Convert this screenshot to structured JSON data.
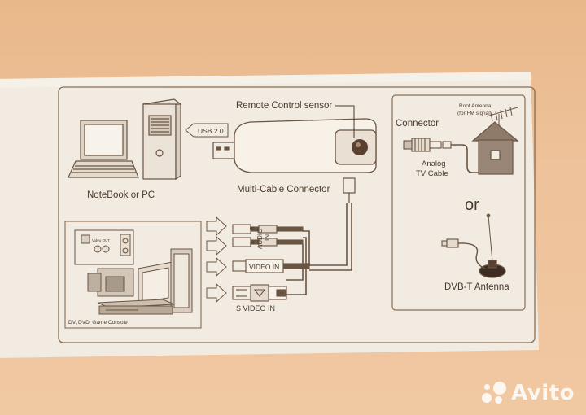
{
  "labels": {
    "remote_sensor": "Remote Control sensor",
    "usb": "USB 2.0",
    "notebook": "NoteBook or PC",
    "multicable": "Multi-Cable Connector",
    "connector": "Connector",
    "roof_antenna": "Roof Antenna",
    "fm_signal": "(for FM signal)",
    "analog": "Analog",
    "tv_cable": "TV Cable",
    "or": "or",
    "dvbt": "DVB-T Antenna",
    "audio_l": "L",
    "audio_r": "R",
    "audio": "AUDIO",
    "audio_in": "IN",
    "video_in": "VIDEO IN",
    "svideo_in": "S VIDEO IN",
    "dv_dvd": "DV, DVD, Game Console",
    "mini_video": "Video OUT"
  },
  "watermark": {
    "text": "Avito"
  },
  "colors": {
    "paper": "#f2ebe1",
    "line": "#8a6d52",
    "text": "#4a3a2c",
    "background": "#eec29a"
  }
}
